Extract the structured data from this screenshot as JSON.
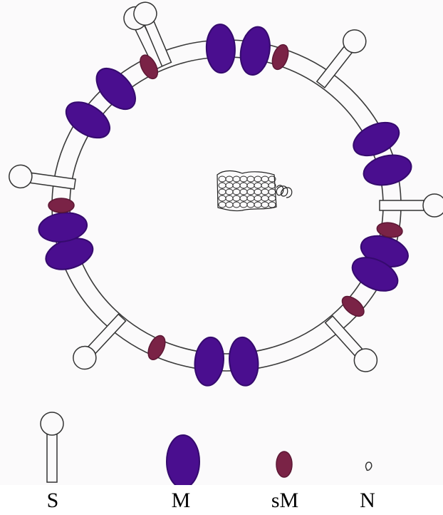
{
  "diagram": {
    "colors": {
      "M": "#4a0e8f",
      "M_dark": "#350a6e",
      "sM": "#7a2346",
      "sM_dark": "#5c1734",
      "line": "#3a3a3a",
      "paper": "#fbfafb"
    },
    "icons": {
      "S": "lollipop-spike",
      "M": "membrane-protein-large",
      "sM": "membrane-protein-small",
      "N": "nucleocapsid-coil"
    }
  },
  "legend": {
    "S": "S",
    "M": "M",
    "sM": "sM",
    "N": "N"
  }
}
